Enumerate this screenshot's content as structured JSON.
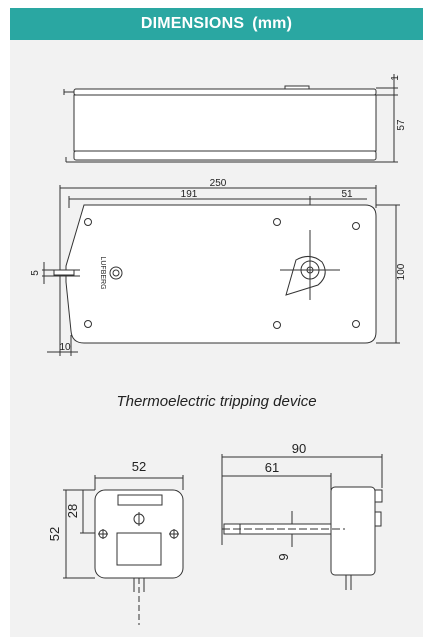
{
  "header": {
    "title": "DIMENSIONS",
    "unit": "(mm)"
  },
  "actuator": {
    "side_view": {
      "dim_height": "57",
      "dim_top": "1"
    },
    "top_view": {
      "dim_overall_length": "250",
      "dim_191": "191",
      "dim_51": "51",
      "dim_height": "100",
      "dim_5": "5",
      "dim_10": "10",
      "logo_text": "LUFBERG"
    }
  },
  "caption": "Thermoelectric tripping device",
  "tripping_device": {
    "front": {
      "dim_width": "52",
      "dim_height": "52",
      "dim_28": "28"
    },
    "side": {
      "dim_90": "90",
      "dim_61": "61",
      "dim_9": "9"
    }
  },
  "colors": {
    "header_bg": "#2aa7a2",
    "panel_bg": "#f2f2f2",
    "line": "#333333"
  }
}
